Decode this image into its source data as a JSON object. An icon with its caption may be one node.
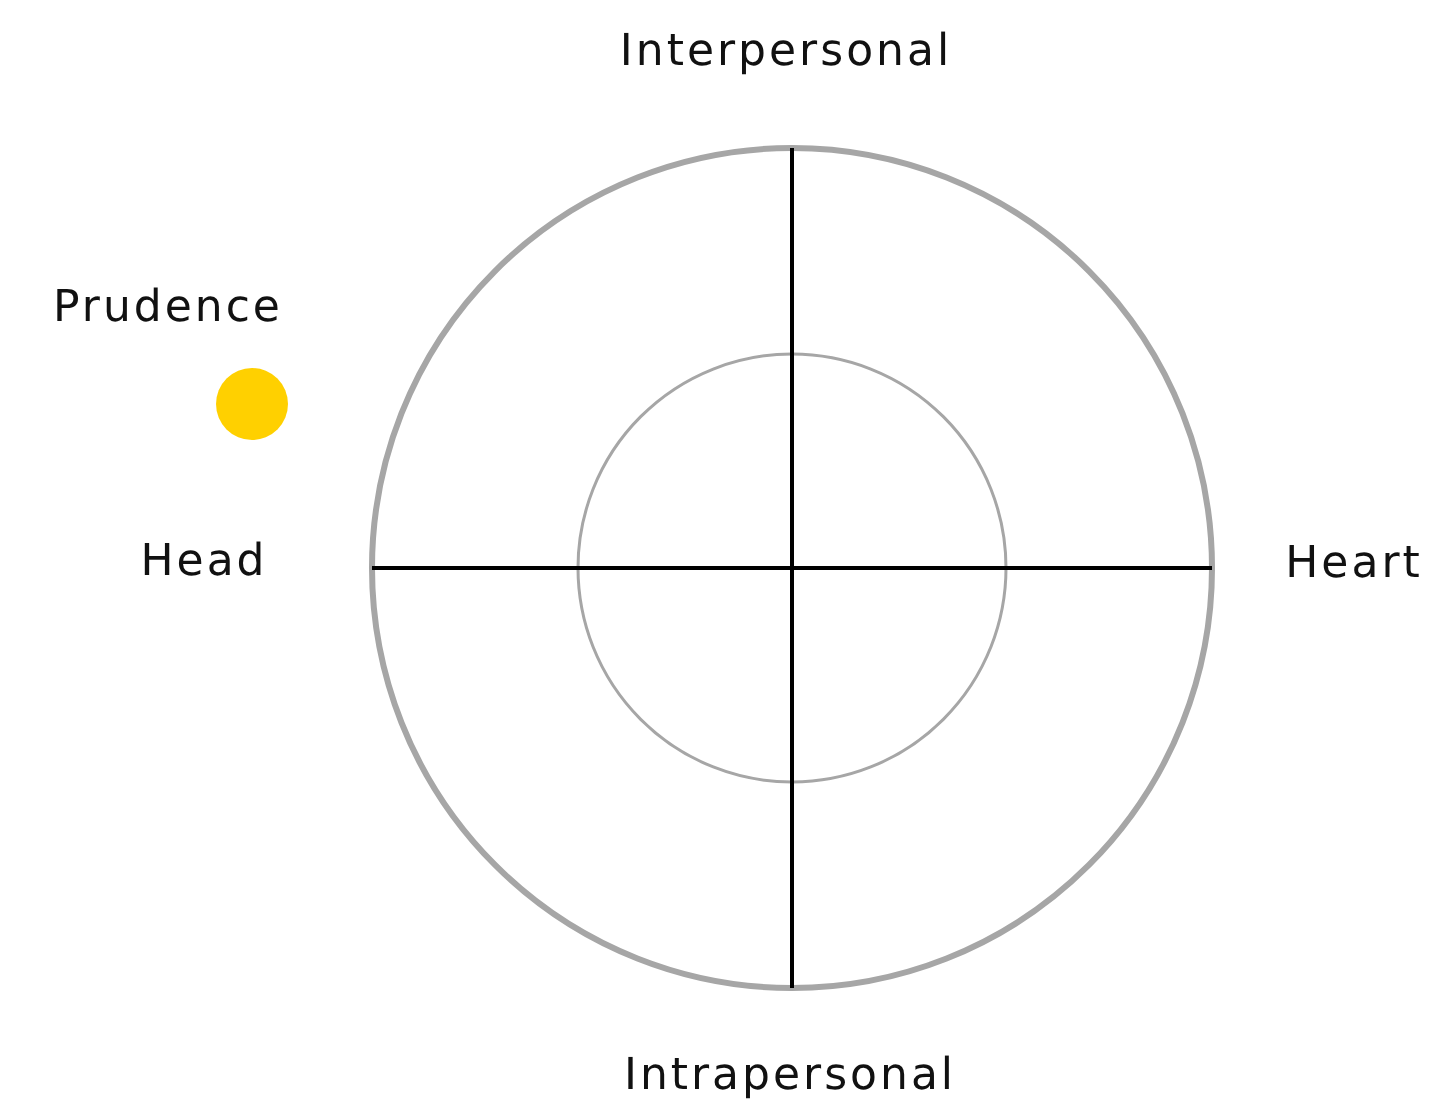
{
  "diagram": {
    "nodes": [
      {
        "text": [],
        "shape": "circle",
        "beside": [
          "Prudence"
        ]
      }
    ],
    "labels": [
      "Interpersonal",
      "Head",
      "Heart",
      "Intrapersonal"
    ]
  }
}
